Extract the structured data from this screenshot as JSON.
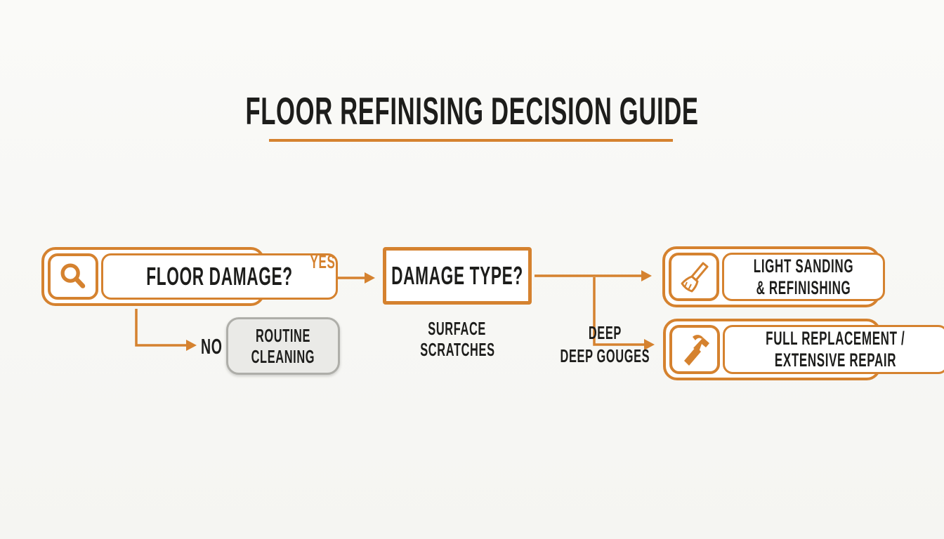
{
  "title": "FLOOR REFINISING DECISION GUIDE",
  "colors": {
    "accent": "#D5822F",
    "text": "#1D1D1B",
    "neutral_fill": "#EAEAE7",
    "neutral_border": "#AEAEA9",
    "background": "#F8F8F5"
  },
  "nodes": {
    "floor_damage": {
      "label": "FLOOR DAMAGE?",
      "icon": "magnifier-icon"
    },
    "damage_type": {
      "label": "DAMAGE TYPE?"
    },
    "routine_cleaning": {
      "line1": "ROUTINE",
      "line2": "CLEANING"
    },
    "light_sanding": {
      "line1": "LIGHT SANDING",
      "line2": "& REFINISHING",
      "icon": "broom-icon"
    },
    "full_replacement": {
      "line1": "FULL REPLACEMENT /",
      "line2": "EXTENSIVE REPAIR",
      "icon": "hammer-icon"
    }
  },
  "edges": {
    "yes": "YES",
    "no": "NO",
    "surface": {
      "line1": "SURFACE",
      "line2": "SCRATCHES"
    },
    "deep": {
      "line1": "DEEP",
      "line2": "DEEP GOUGES"
    }
  }
}
